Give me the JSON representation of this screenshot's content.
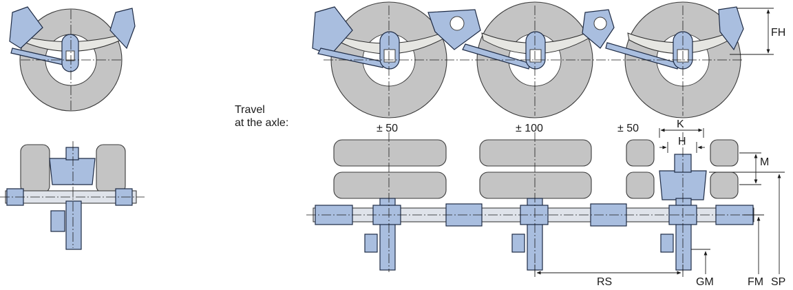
{
  "caption": {
    "line1": "Travel",
    "line2": "at the axle:"
  },
  "travel": {
    "axle1": "± 50",
    "axle2": "± 100",
    "axle3": "± 50"
  },
  "dimensions": {
    "FH": "FH",
    "K": "K",
    "H": "H",
    "M": "M",
    "RS": "RS",
    "GM": "GM",
    "FM": "FM",
    "SP": "SP"
  },
  "colors": {
    "steel_blue": "#a9bedf",
    "tire_grey": "#c4c4c4",
    "leaf_spring": "#e6e6e2",
    "line": "#1a1a1a"
  }
}
